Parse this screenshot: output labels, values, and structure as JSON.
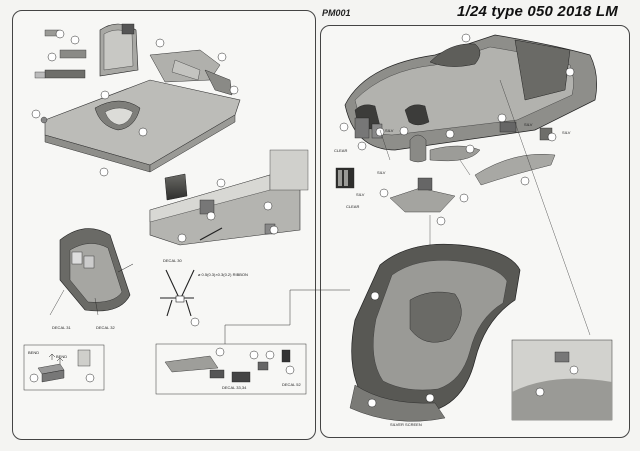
{
  "header": {
    "code": "PM001",
    "title": "1/24 type 050 2018 LM"
  },
  "labels": {
    "decal_30": "DECAL 30",
    "ribbon": "ø 0.5(0.3)×0.3(0.2) RIBBON",
    "decal_31": "DECAL 31",
    "decal_32": "DECAL 32",
    "decal_33_34": "DECAL 33,34",
    "decal_52": "DECAL 52",
    "clear_1": "CLEAR",
    "clear_2": "CLEAR",
    "bend_1": "BEND",
    "bend_2": "BEND",
    "silver_screen": "SILVER SCREEN",
    "silv_1": "SILV",
    "silv_2": "SILV",
    "silv_3": "SILV",
    "silv_4": "SILV",
    "silv_5": "SILV"
  }
}
